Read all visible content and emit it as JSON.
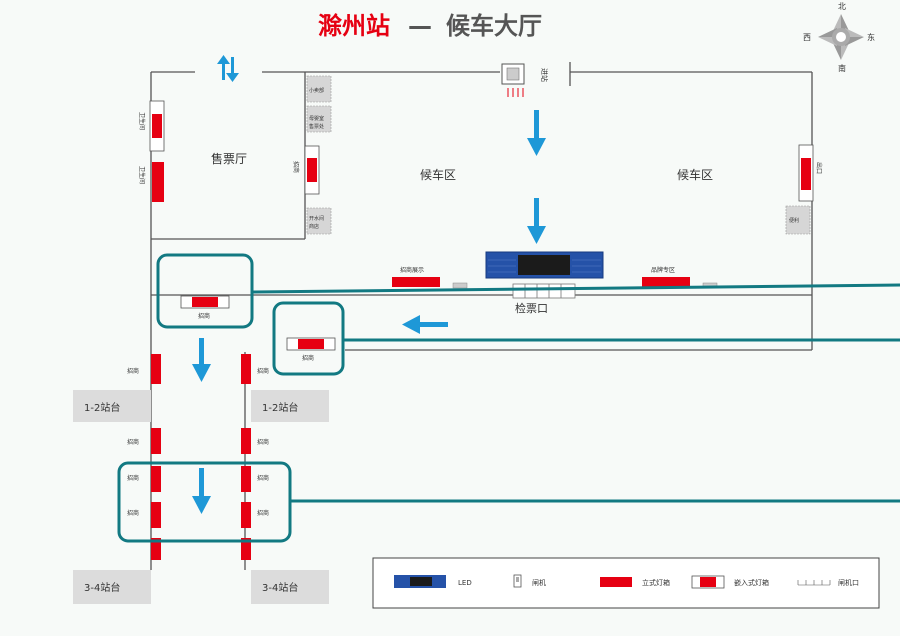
{
  "title": {
    "station": "滁州站",
    "dash": "—",
    "hall": "候车大厅"
  },
  "compass": {
    "north": "北",
    "south": "南",
    "east": "东",
    "west": "西"
  },
  "rooms": {
    "ticket_hall": "售票厅",
    "waiting_left": "候车区",
    "waiting_right": "候车区",
    "check_gate": "检票口",
    "entrance": "进站"
  },
  "small_labels": {
    "toilet_left": "卫生间",
    "toilet_mid": "卫生间",
    "door_a": "小卖部",
    "door_b": "母婴室",
    "door_c": "售票处",
    "door_d": "商店",
    "door_e": "开水间",
    "door_f": "便利",
    "gate_left": "招商",
    "gate_right": "招商",
    "lightbox_mid_left": "招商展示",
    "lightbox_mid_right": "品牌专区",
    "exit_right": "出口"
  },
  "platforms": {
    "p12_left": "1-2站台",
    "p12_right": "1-2站台",
    "p34_left": "3-4站台",
    "p34_right": "3-4站台"
  },
  "corridor_labels": [
    "招商",
    "招商",
    "招商",
    "招商",
    "招商",
    "招商",
    "招商",
    "招商"
  ],
  "legend": {
    "led": "LED",
    "gate": "闸机",
    "standing": "立式灯箱",
    "embedded": "嵌入式灯箱",
    "ticket_gate": "闸机口"
  },
  "colors": {
    "red": "#e60012",
    "blue": "#1e98d7",
    "teal": "#127982",
    "led": "#2552a8"
  }
}
